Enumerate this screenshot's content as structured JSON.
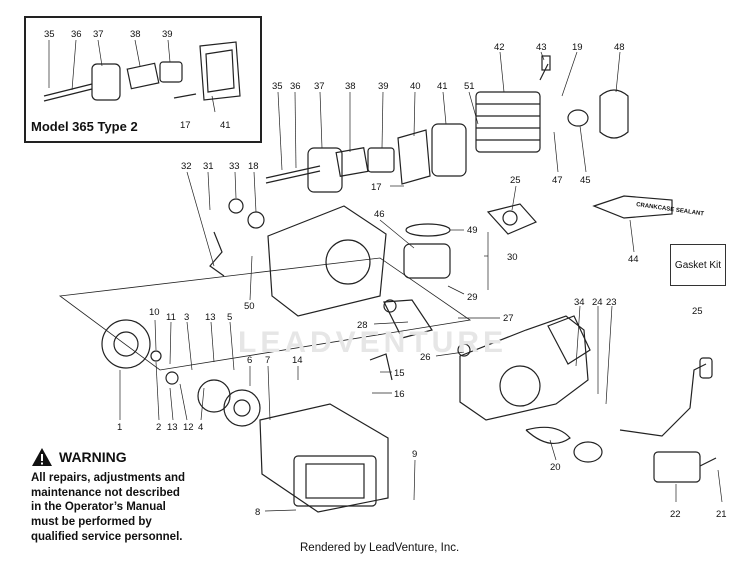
{
  "inset": {
    "title": "Model 365 Type 2"
  },
  "gasket_kit": {
    "label": "Gasket Kit",
    "part": "25"
  },
  "crankcase_tube_label": "CRANKCASE SEALANT",
  "warning": {
    "heading": "WARNING",
    "text": "All repairs, adjustments and maintenance not described in the Operator’s Manual must be performed by qualified service personnel."
  },
  "watermark": "LEADVENTURE",
  "footer": "Rendered by LeadVenture, Inc.",
  "callouts": {
    "inset_35": "35",
    "inset_36": "36",
    "inset_37": "37",
    "inset_38": "38",
    "inset_39": "39",
    "inset_17": "17",
    "inset_41": "41",
    "p42": "42",
    "p43": "43",
    "p19": "19",
    "p48": "48",
    "p35": "35",
    "p36": "36",
    "p37": "37",
    "p38": "38",
    "p39": "39",
    "p40": "40",
    "p41": "41",
    "p51": "51",
    "p32": "32",
    "p31": "31",
    "p33": "33",
    "p18": "18",
    "p17": "17",
    "p25": "25",
    "p47": "47",
    "p45": "45",
    "p46": "46",
    "p49": "49",
    "p30": "30",
    "p29": "29",
    "p44": "44",
    "p50": "50",
    "p10": "10",
    "p11": "11",
    "p3": "3",
    "p13a": "13",
    "p5": "5",
    "p28": "28",
    "p27": "27",
    "p34": "34",
    "p24": "24",
    "p23": "23",
    "p26": "26",
    "p6": "6",
    "p7": "7",
    "p14": "14",
    "p15": "15",
    "p16": "16",
    "p1": "1",
    "p2": "2",
    "p13b": "13",
    "p12": "12",
    "p4": "4",
    "p9": "9",
    "p8": "8",
    "p20": "20",
    "p22": "22",
    "p21": "21"
  }
}
